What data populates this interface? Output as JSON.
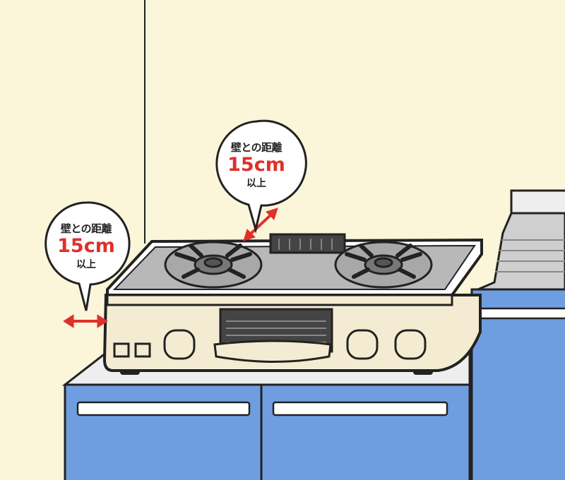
{
  "callouts": [
    {
      "label": "壁との距離",
      "distance": "15cm",
      "suffix": "以上"
    },
    {
      "label": "壁との距離",
      "distance": "15cm",
      "suffix": "以上"
    }
  ],
  "colors": {
    "wall": "#fbf5d9",
    "cabinet": "#6f9ee0",
    "arrow": "#e0302a",
    "stove_top": "#b8b8b8",
    "stove_body": "#f4ecd2"
  }
}
